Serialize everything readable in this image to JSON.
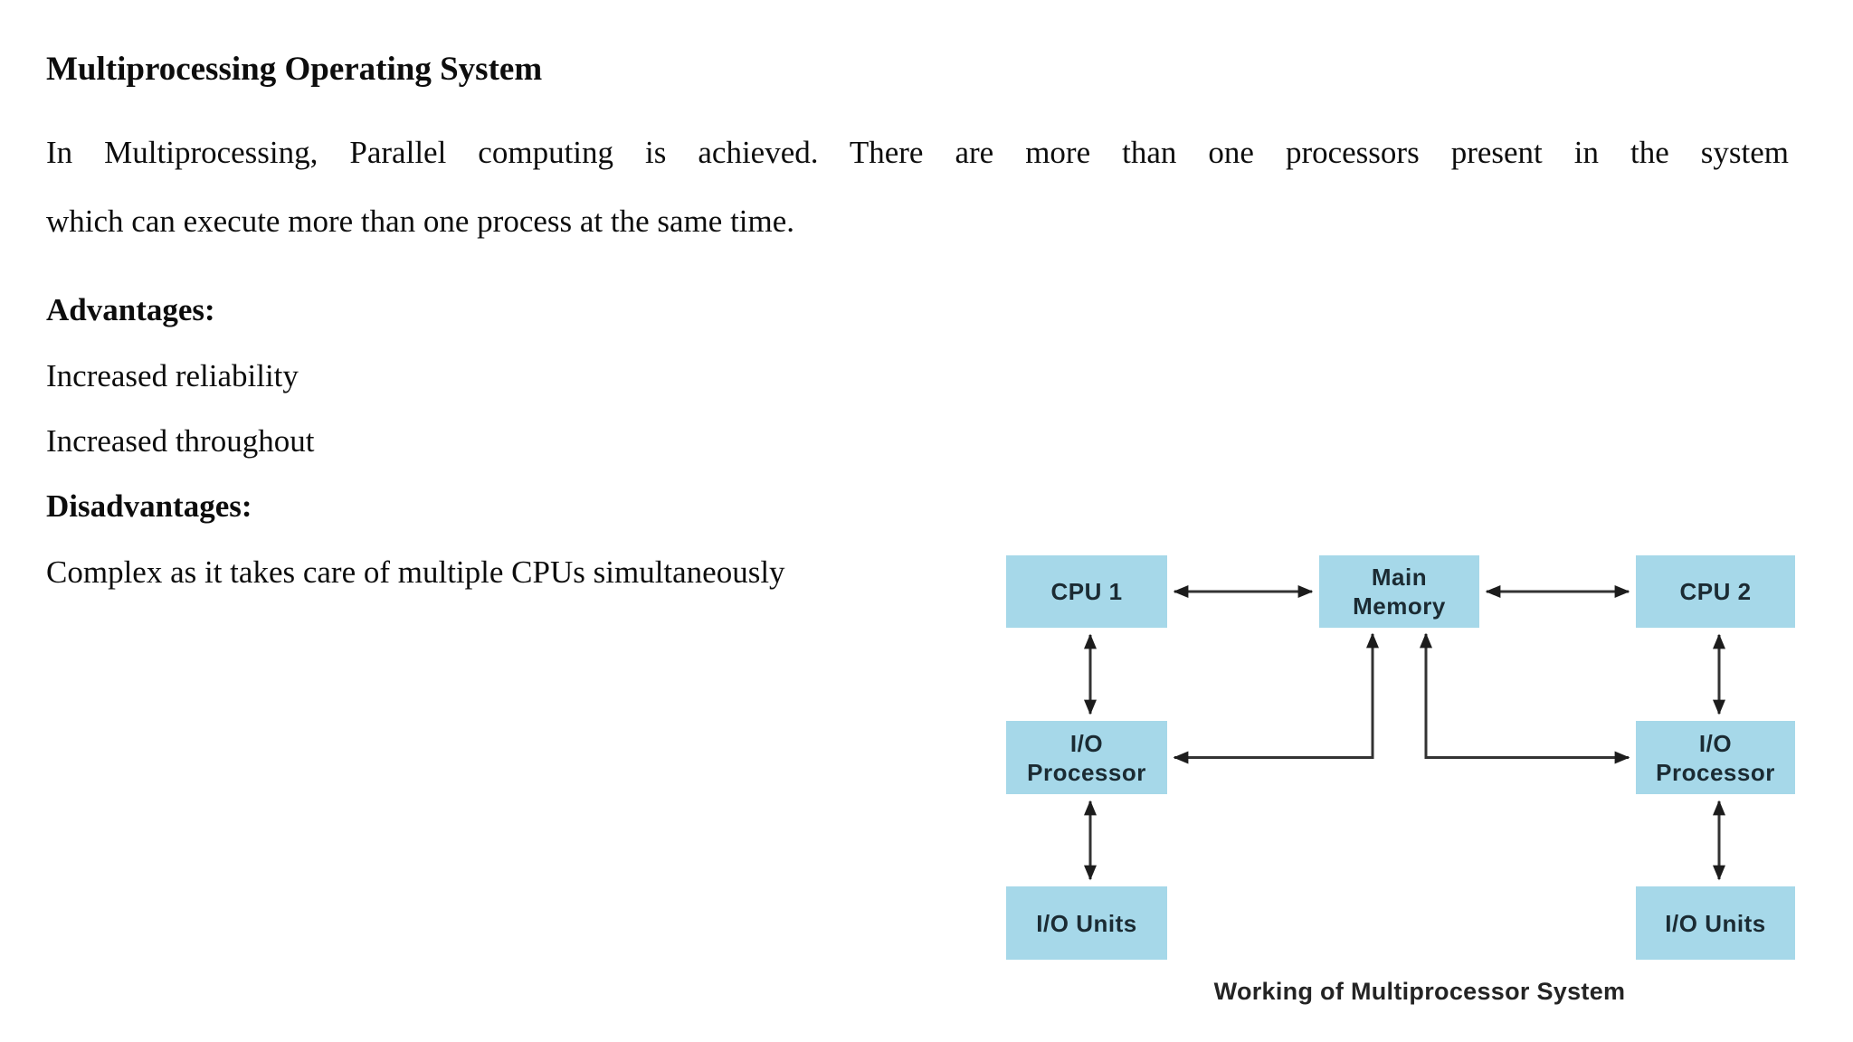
{
  "page": {
    "title": "Multiprocessing Operating System",
    "paragraph_lines": [
      "In Multiprocessing, Parallel computing is achieved. There are more than one processors present in the system",
      "which can execute more than one process at the same time."
    ],
    "advantages_heading": "Advantages:",
    "advantages": [
      "Increased reliability",
      "Increased throughout"
    ],
    "disadvantages_heading": "Disadvantages:",
    "disadvantages": [
      "Complex as it takes care of multiple CPUs simultaneously"
    ]
  },
  "diagram": {
    "caption": "Working of Multiprocessor System",
    "box_fill_color": "#a6d8e9",
    "box_text_color": "#1b2b33",
    "line_color": "#333333",
    "boxes": [
      {
        "id": "cpu1",
        "label": "CPU 1"
      },
      {
        "id": "main-memory",
        "label": "Main\nMemory"
      },
      {
        "id": "cpu2",
        "label": "CPU 2"
      },
      {
        "id": "io-processor-left",
        "label": "I/O\nProcessor"
      },
      {
        "id": "io-processor-right",
        "label": "I/O\nProcessor"
      },
      {
        "id": "io-units-left",
        "label": "I/O Units"
      },
      {
        "id": "io-units-right",
        "label": "I/O Units"
      }
    ]
  }
}
